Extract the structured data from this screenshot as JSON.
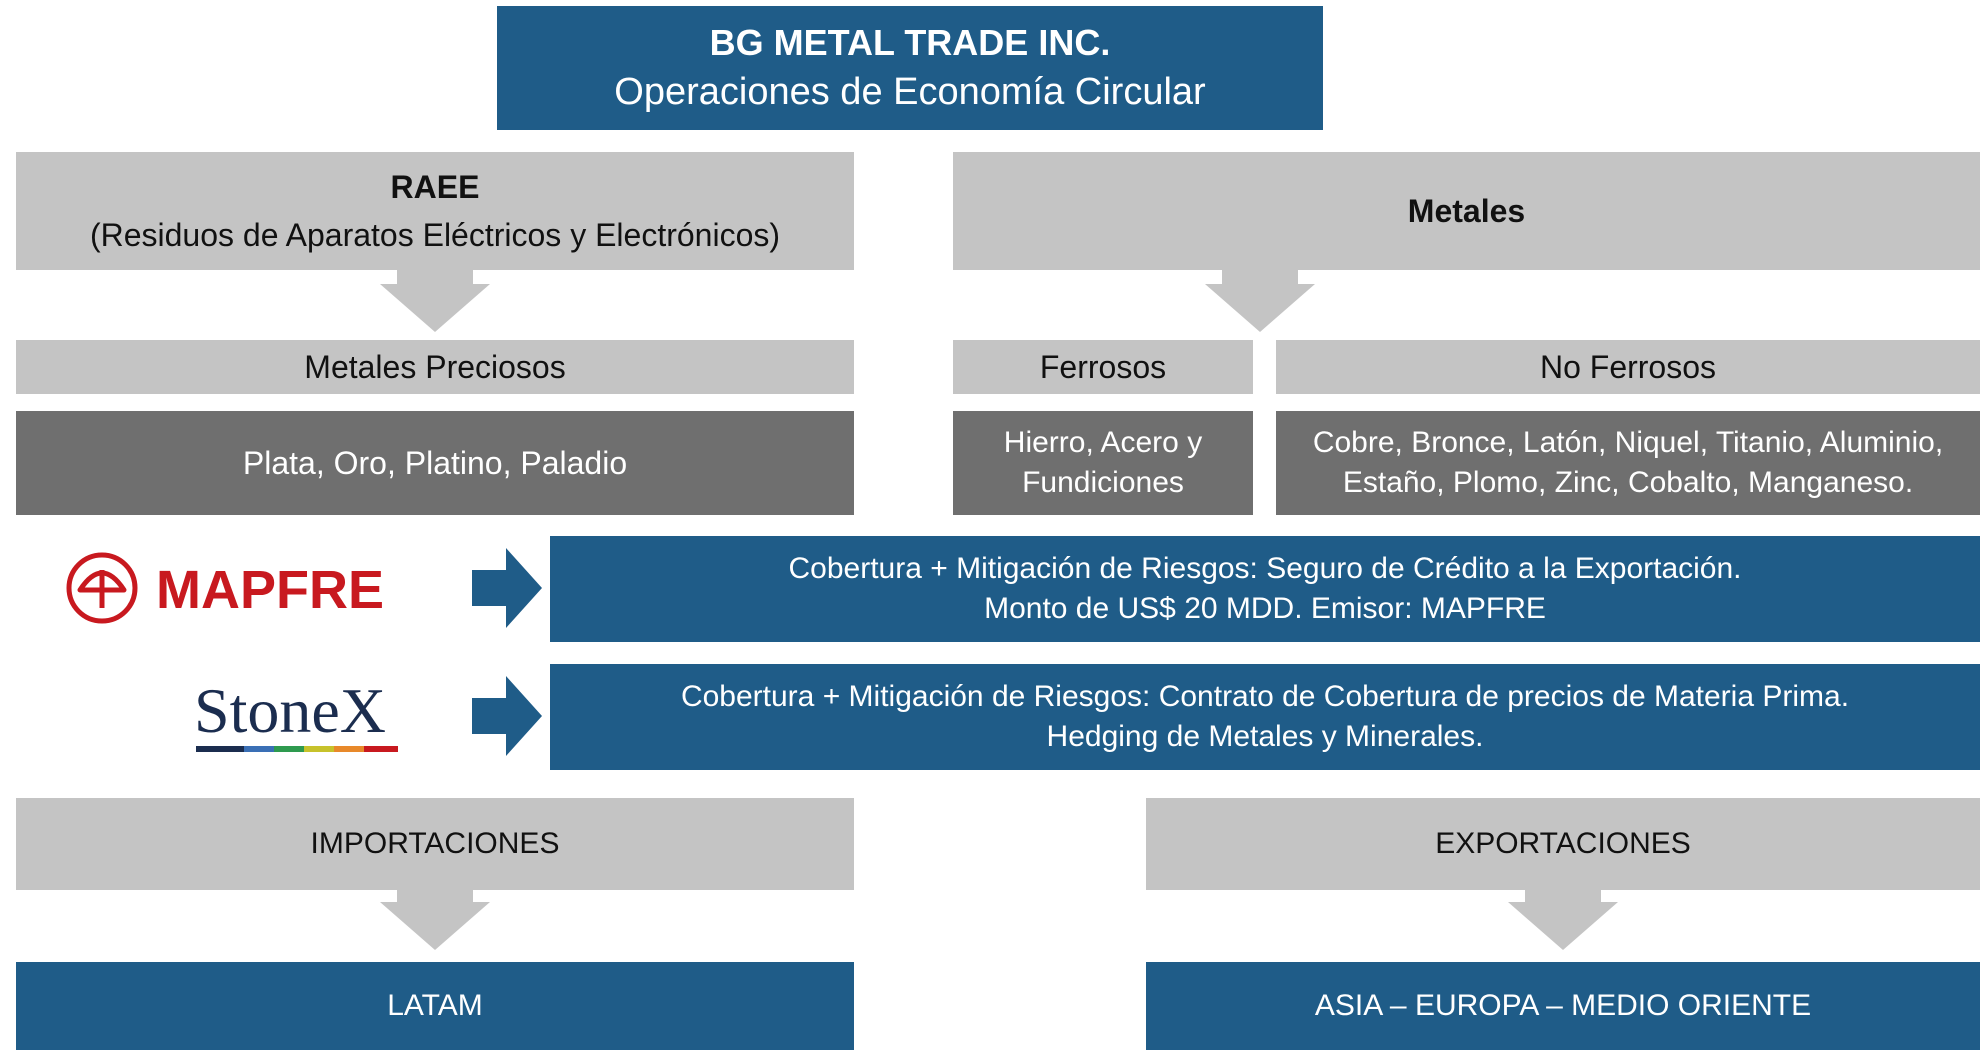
{
  "header": {
    "company": "BG METAL TRADE INC.",
    "subtitle": "Operaciones de Economía Circular"
  },
  "raee": {
    "title": "RAEE",
    "description": "(Residuos de Aparatos  Eléctricos y Electrónicos)"
  },
  "metales": {
    "title": "Metales"
  },
  "categories": {
    "preciosos": {
      "label": "Metales Preciosos",
      "items": "Plata, Oro, Platino, Paladio"
    },
    "ferrosos": {
      "label": "Ferrosos",
      "items_line1": "Hierro, Acero y",
      "items_line2": "Fundiciones"
    },
    "no_ferrosos": {
      "label": "No Ferrosos",
      "items_line1": "Cobre, Bronce, Latón, Niquel, Titanio, Aluminio,",
      "items_line2": "Estaño, Plomo, Zinc, Cobalto, Manganeso."
    }
  },
  "coverage": [
    {
      "logo_text": "MAPFRE",
      "line1": "Cobertura + Mitigación de Riesgos: Seguro de Crédito a la Exportación.",
      "line2": "Monto de US$ 20 MDD. Emisor: MAPFRE"
    },
    {
      "logo_text": "StoneX",
      "line1": "Cobertura + Mitigación de Riesgos: Contrato de Cobertura de precios de Materia Prima.",
      "line2": "Hedging de Metales y Minerales."
    }
  ],
  "trade": {
    "importaciones": {
      "label": "IMPORTACIONES",
      "region": "LATAM"
    },
    "exportaciones": {
      "label": "EXPORTACIONES",
      "region": "ASIA – EUROPA – MEDIO ORIENTE"
    }
  },
  "colors": {
    "blue": "#1f5c88",
    "light_gray": "#c4c4c4",
    "dark_gray": "#6f6f6f",
    "mapfre_red": "#c8191f",
    "stonex_navy": "#1b2d4f"
  },
  "icons": {
    "mapfre_logo": "mapfre-logo-icon",
    "stonex_logo": "stonex-logo-icon",
    "arrow": "arrow-right-icon"
  }
}
